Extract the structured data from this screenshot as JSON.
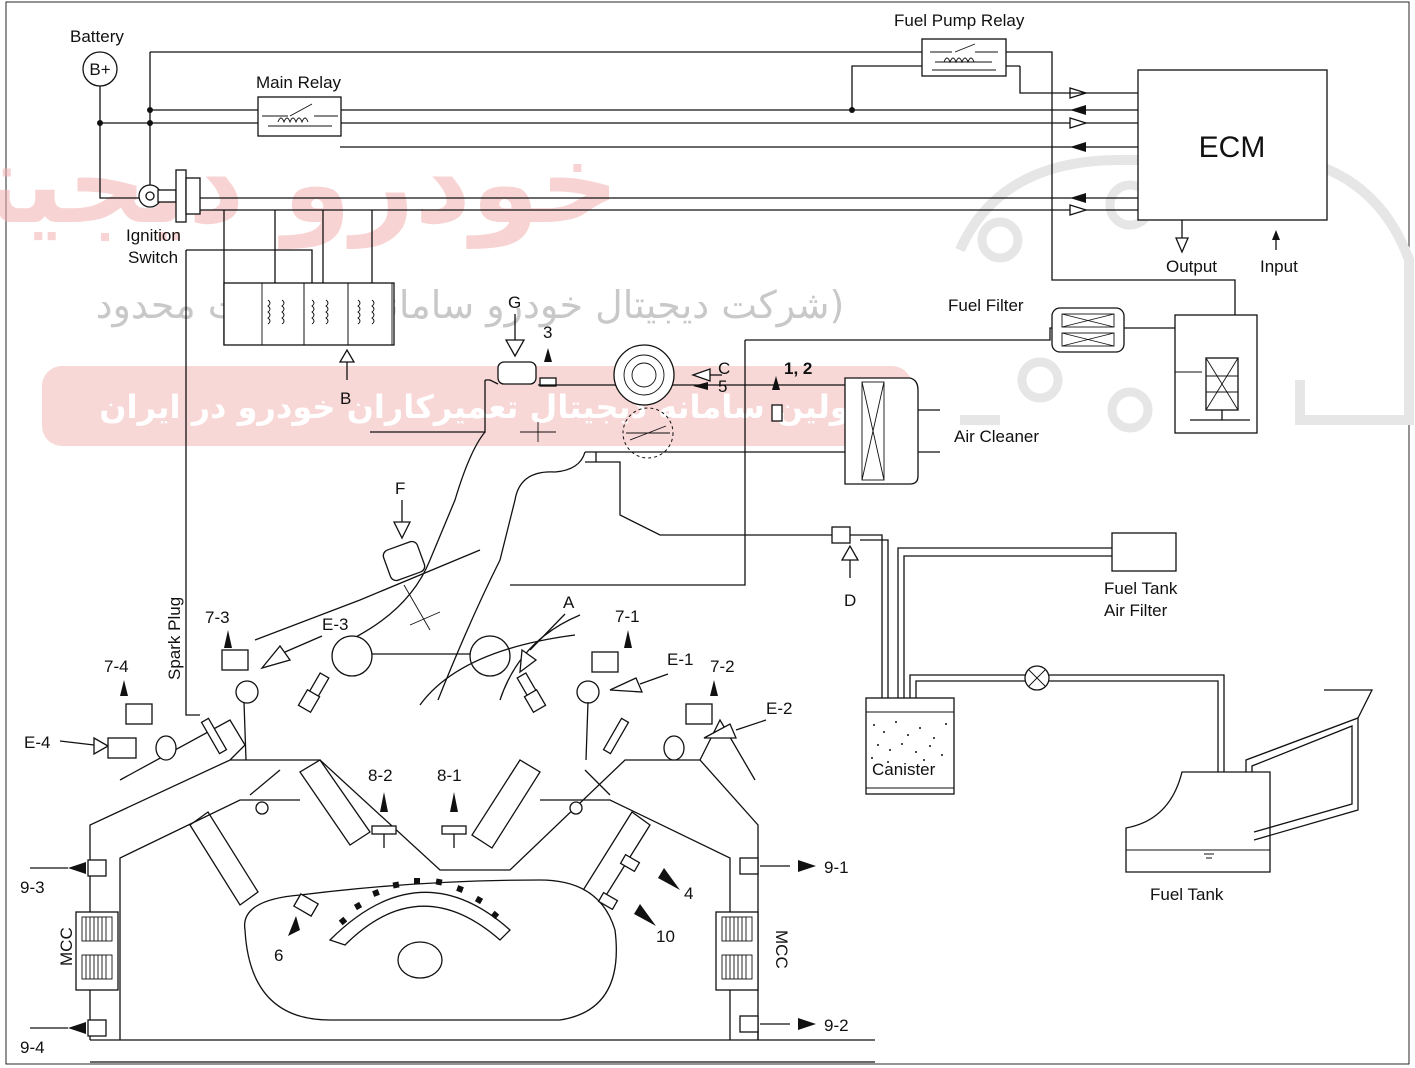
{
  "watermark": {
    "brand_text": "خودرو دیجیتال",
    "line2_text": "شرکت دیجیتال خودرو سامانه محدودیت محدود)",
    "line3_text": "اولین سامانه دیجیتال تعمیرکاران خودرو در ایران",
    "brand_color": "#f08a8a",
    "band_color": "#f6caca"
  },
  "labels": {
    "battery": "Battery",
    "battery_terminal": "B+",
    "fuel_pump_relay": "Fuel Pump Relay",
    "main_relay": "Main Relay",
    "ecm": "ECM",
    "ignition_switch_1": "Ignition",
    "ignition_switch_2": "Switch",
    "output": "Output",
    "input": "Input",
    "fuel_filter": "Fuel Filter",
    "air_cleaner": "Air Cleaner",
    "fuel_tank_air_filter_1": "Fuel Tank",
    "fuel_tank_air_filter_2": "Air Filter",
    "canister": "Canister",
    "fuel_tank": "Fuel Tank",
    "spark_plug": "Spark Plug",
    "mcc_left": "MCC",
    "mcc_right": "MCC",
    "ref_a": "A",
    "ref_b": "B",
    "ref_c": "C",
    "ref_d": "D",
    "ref_f": "F",
    "ref_g": "G",
    "ref_3": "3",
    "ref_5": "5",
    "ref_12": "1, 2",
    "ref_4": "4",
    "ref_6": "6",
    "ref_10": "10",
    "ref_71": "7-1",
    "ref_72": "7-2",
    "ref_73": "7-3",
    "ref_74": "7-4",
    "ref_81": "8-1",
    "ref_82": "8-2",
    "ref_91": "9-1",
    "ref_92": "9-2",
    "ref_93": "9-3",
    "ref_94": "9-4",
    "ref_e1": "E-1",
    "ref_e2": "E-2",
    "ref_e3": "E-3",
    "ref_e4": "E-4"
  }
}
